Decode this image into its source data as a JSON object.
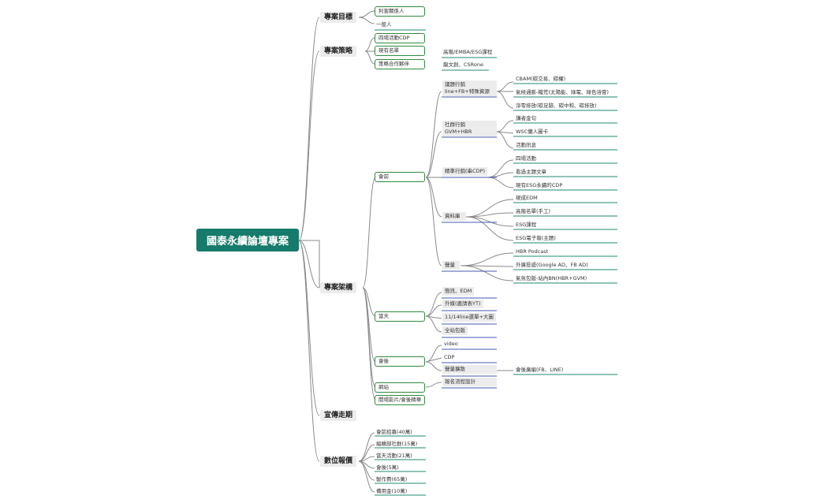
{
  "root": "國泰永續論壇專案",
  "branches": {
    "goal": {
      "label": "專案目標",
      "items": [
        "利害關係人",
        "一般人"
      ]
    },
    "strategy": {
      "label": "專案策略",
      "items": [
        "四場活動CDP",
        "現有名單",
        "策略合作夥伴"
      ],
      "notes": [
        "高階/EMBA/ESG課程",
        "龍文創、CSRone"
      ]
    },
    "structure": {
      "label": "專案架構",
      "before": {
        "label": "會前",
        "topic": {
          "label": "議題行銷\nline+FB+特殊資源",
          "items": [
            "CBAM(碳交易、碳權)",
            "氣候通膨-糧荒(太陽能、綠電、綠色溶膏)",
            "淨零排放(碳足跡、碳中和、碳排放)"
          ]
        },
        "social": {
          "label": "社群行銷\nGVM+HBR",
          "items": [
            "講者金句",
            "WSC懶人圖卡",
            "活動訊息"
          ]
        },
        "precise": {
          "label": "精準行銷(串CDP)",
          "items": [
            "四場活動",
            "看過主題文章",
            "現有ESG永續的CDP"
          ]
        },
        "database": {
          "label": "資料庫",
          "items": [
            "現成EDM",
            "高階名單(手工)",
            "ESG課程",
            "ESG電子報(主題)"
          ]
        },
        "volume": {
          "label": "聲量",
          "items": [
            "HBR Podcast",
            "外廣投遞(Google AD、FB AD)",
            "氣氛包版-站內BN(HBR+GVM)"
          ]
        }
      },
      "day": {
        "label": "當天",
        "items": [
          "簡訊、EDM",
          "外媒(邀請表YT)",
          "11/14line選單+大圖",
          "全站包版"
        ]
      },
      "after": {
        "label": "會後",
        "items": [
          "video",
          "CDP",
          "聲量擴散"
        ],
        "note": "會後廣編(FB、LINE)"
      },
      "website": {
        "label": "網站",
        "note": "報名流程設計"
      },
      "opening": "開場影片/會後精華"
    },
    "promotion": {
      "label": "宣傳走期"
    },
    "quote": {
      "label": "數位報價",
      "items": [
        "會前招募(40萬)",
        "編輯部社群(15萬)",
        "當天活動(21萬)",
        "會後(5萬)",
        "製作費(65萬)",
        "備用金(10萬)"
      ]
    }
  },
  "colors": {
    "root": "#167b6b",
    "branch_line": "#7a7a7a",
    "box_border": "#2f8a3f",
    "underline_green": "#1f8a70",
    "underline_blue": "#4a5ab0"
  }
}
